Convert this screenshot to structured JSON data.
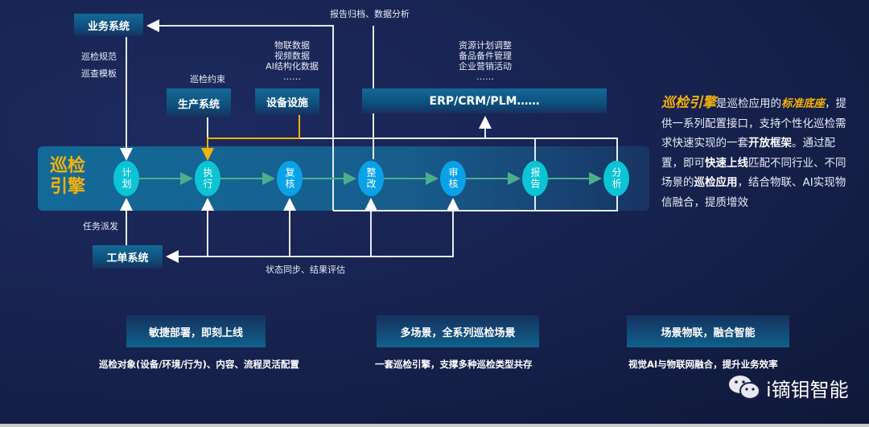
{
  "systems": {
    "business": "业务系统",
    "production": "生产系统",
    "equipment": "设备设施",
    "erp": "ERP/CRM/PLM……",
    "workorder": "工单系统"
  },
  "labels": {
    "report_archive": "报告归档、数据分析",
    "spec": "巡检规范",
    "template": "巡查模板",
    "constraint": "巡检约束",
    "iot_data": [
      "物联数据",
      "视频数据",
      "AI结构化数据",
      "……"
    ],
    "erp_items": [
      "资源计划调整",
      "备品备件管理",
      "企业营销活动",
      "……"
    ],
    "dispatch": "任务派发",
    "status_sync": "状态同步、结果评估"
  },
  "engine": {
    "title": "巡检引擎",
    "steps": [
      "计划",
      "执行",
      "复核",
      "整改",
      "审核",
      "报告",
      "分析"
    ]
  },
  "description": {
    "p1": "巡检引擎",
    "p2": "是巡检应用的",
    "p3": "标准底座",
    "p4": "，提供一系列配置接口，支持个性化巡检需求快速实现的一套",
    "p5": "开放框架",
    "p6": "。通过配置，即可",
    "p7": "快速上线",
    "p8": "匹配不同行业、不同场景的",
    "p9": "巡检应用",
    "p10": "，结合物联、AI实现物信融合，提质增效"
  },
  "features": [
    {
      "title": "敏捷部署，即刻上线",
      "desc": "巡检对象(设备/环境/行为)、内容、流程灵活配置"
    },
    {
      "title": "多场景，全系列巡检场景",
      "desc": "一套巡检引擎，支撑多种巡检类型共存"
    },
    {
      "title": "场景物联，融合智能",
      "desc": "视觉AI与物联网融合，提升业务效率"
    }
  ],
  "brand": "i镝钼智能",
  "colors": {
    "accent": "#f6b10b",
    "node_teal": "#0cc4d4",
    "node_blue": "#0aa2e6",
    "arrow_green": "#4caf8c"
  }
}
